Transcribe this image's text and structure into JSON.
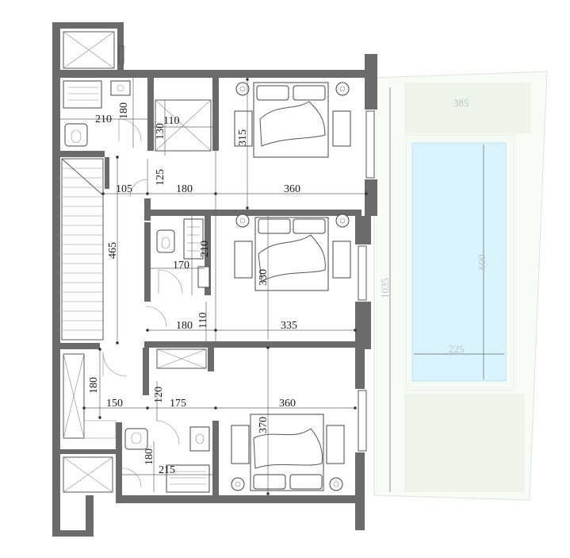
{
  "plan": {
    "colors": {
      "wall": "#6b6b6b",
      "pool_water": "#d9f4fc",
      "pool_deck": "#f9fbf7",
      "garden": "#eef4ec",
      "line": "#444444"
    },
    "dimensions": {
      "bath_top_width": "210",
      "bath_top_depth": "180",
      "shaft_width": "110",
      "shaft_height": "130",
      "bed1_depth": "315",
      "corridor_gap": "125",
      "hall_width": "105",
      "hall_mid_width": "180",
      "bed1_width": "360",
      "stair_length": "465",
      "bath_mid_width": "170",
      "bath_mid_depth": "210",
      "bed2_depth": "330",
      "corridor_mid_width": "180",
      "corridor_mid_gap": "110",
      "bed2_width": "335",
      "lobby_depth": "180",
      "lobby_width": "150",
      "lobby_gap": "120",
      "closet_width": "175",
      "bed3_width": "360",
      "bed3_depth": "370",
      "bath_bottom_depth": "180",
      "bath_bottom_width": "215"
    },
    "pool": {
      "length": "600",
      "width": "225",
      "garden_width": "385",
      "total_length": "1035"
    }
  }
}
